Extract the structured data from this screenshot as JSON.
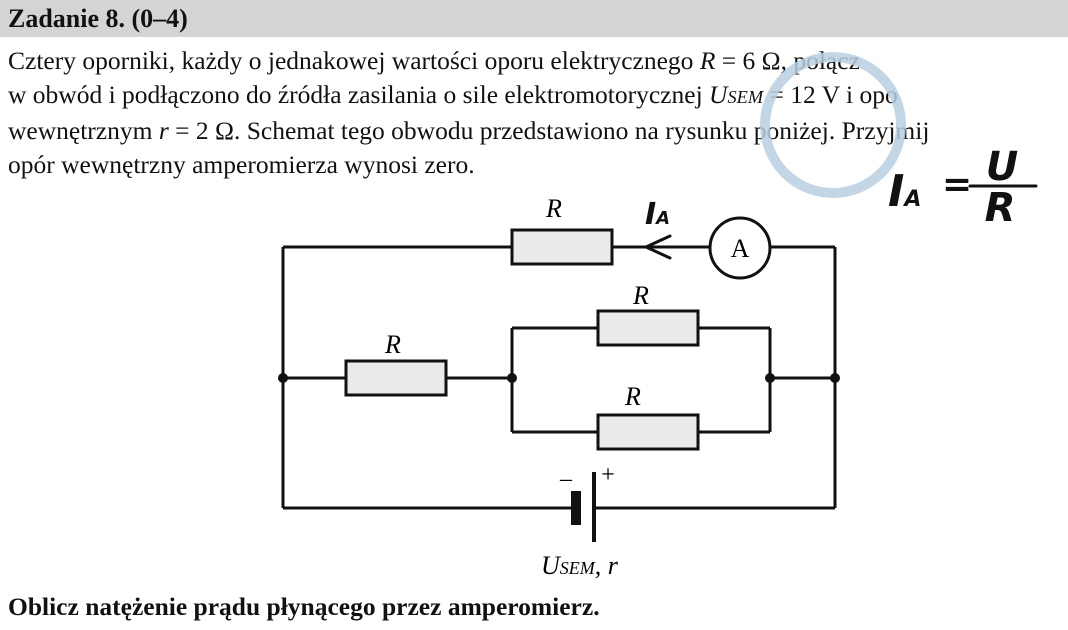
{
  "task": {
    "title": "Zadanie 8. (0–4)",
    "line1": {
      "a": "Cztery oporniki, każdy o jednakowej wartości oporu elektrycznego ",
      "var": "R",
      "b": " = 6 Ω, połącz"
    },
    "line2": {
      "a": "w obwód i podłączono do źródła zasilania o sile elektromotorycznej ",
      "var": "U",
      "sub": "SEM",
      "b": " = 12 V i opo"
    },
    "line3": {
      "a": "wewnętrznym ",
      "var": "r",
      "b": " = 2 Ω. Schemat tego obwodu przedstawiono na rysunku poniżej. Przyjmij"
    },
    "line4": "opór wewnętrzny amperomierza wynosi zero.",
    "question": "Oblicz natężenie prądu płynącego przez amperomierz."
  },
  "circuit": {
    "resistor_label": "R",
    "ammeter_label": "A",
    "battery_minus": "–",
    "battery_plus": "+",
    "source_var": "U",
    "source_sub": "SEM",
    "source_rest": ", r"
  },
  "handwriting": {
    "lhs": "I",
    "lhs_sub": "A",
    "eq": "=",
    "numerator": "U",
    "denominator": "R",
    "near_ammeter": "I",
    "near_ammeter_sub": "A"
  },
  "colors": {
    "header_bg": "#d4d4d4",
    "resistor_fill": "#eaeaea",
    "cursor_ring": "#b8cfe0"
  }
}
